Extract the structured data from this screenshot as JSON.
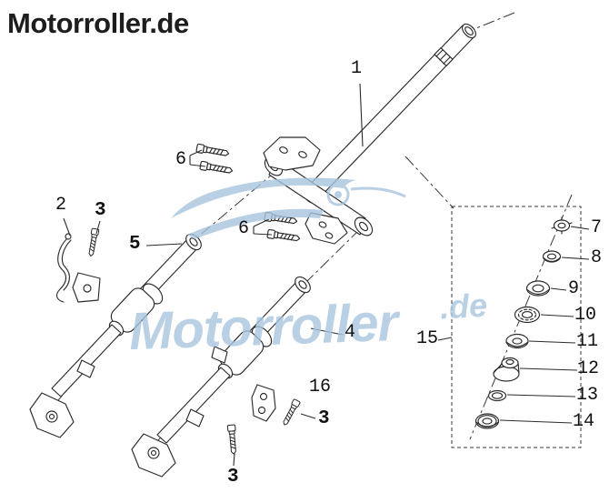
{
  "page": {
    "background": "#ffffff"
  },
  "logo": {
    "text": "Motorroller.de",
    "color": "#1d1d1d"
  },
  "watermark": {
    "text": "Motorroller",
    "suffix": ".de",
    "color": "#a7c4de"
  },
  "diagram": {
    "line_color": "#2b2b2b",
    "description": "exploded view of scooter front fork with steering stem and bearing set",
    "callouts": [
      {
        "label": "1"
      },
      {
        "label": "6"
      },
      {
        "label": "2"
      },
      {
        "label": "3"
      },
      {
        "label": "5"
      },
      {
        "label": "6"
      },
      {
        "label": "7"
      },
      {
        "label": "8"
      },
      {
        "label": "9"
      },
      {
        "label": "10"
      },
      {
        "label": "11"
      },
      {
        "label": "12"
      },
      {
        "label": "13"
      },
      {
        "label": "14"
      },
      {
        "label": "15"
      },
      {
        "label": "4"
      },
      {
        "label": "16"
      },
      {
        "label": "3"
      },
      {
        "label": "3"
      }
    ]
  }
}
